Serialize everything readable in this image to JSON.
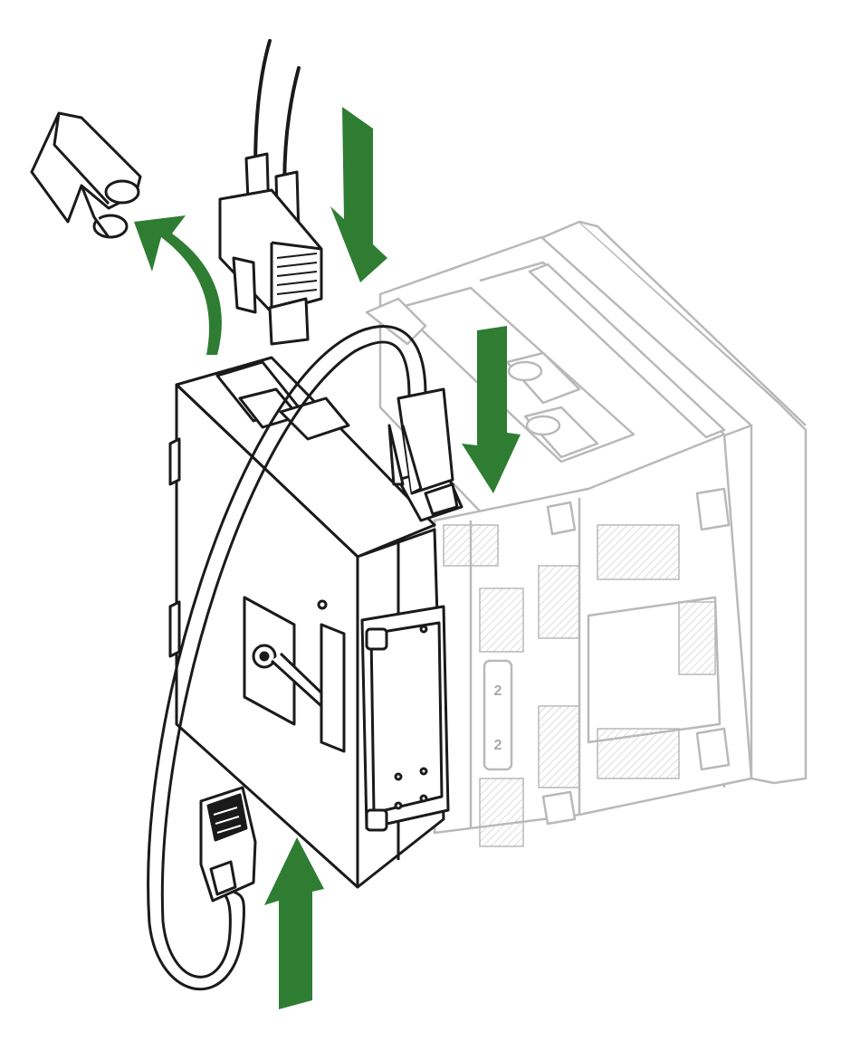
{
  "illustration": {
    "kind": "installation-diagram",
    "arrow_color": "#2e7d32",
    "line_color": "#1a1a1a",
    "ghost_color": "#b9b9b9",
    "arrows": [
      {
        "name": "arrow-remove-cap",
        "direction": "up-left",
        "icon": "curved-arrow-icon"
      },
      {
        "name": "arrow-insert-fiber-connector",
        "direction": "down",
        "icon": "arrow-down-icon"
      },
      {
        "name": "arrow-insert-module",
        "direction": "down",
        "icon": "arrow-down-icon"
      },
      {
        "name": "arrow-connect-rj45",
        "direction": "up",
        "icon": "arrow-up-icon"
      }
    ],
    "slot_labels": [
      "2",
      "2"
    ]
  }
}
